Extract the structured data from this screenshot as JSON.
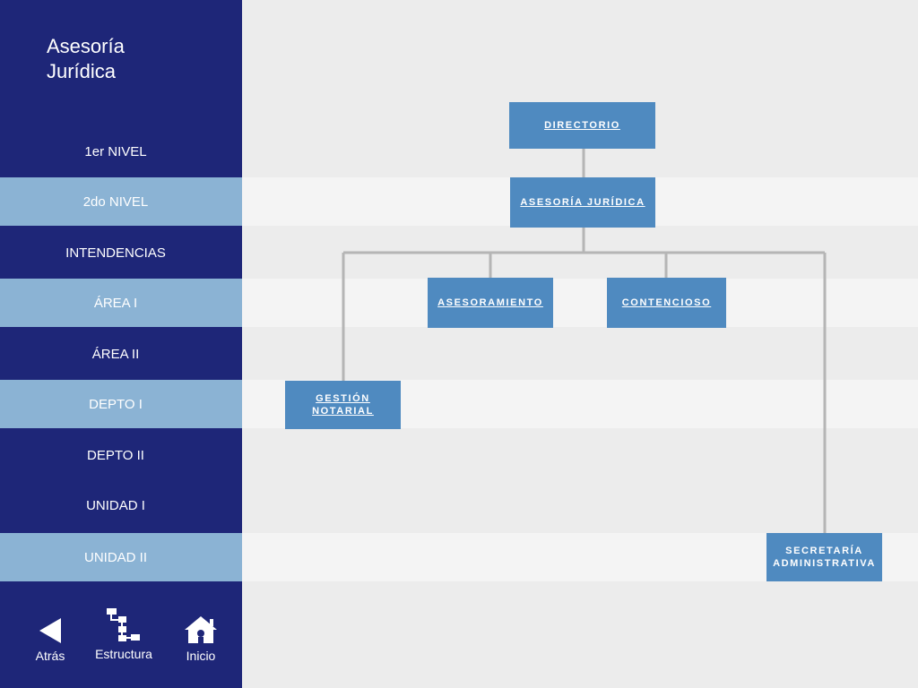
{
  "sidebar": {
    "title": "Asesoría\nJurídica",
    "levels": [
      {
        "label": "1er NIVEL"
      },
      {
        "label": "2do NIVEL"
      },
      {
        "label": "INTENDENCIAS"
      },
      {
        "label": "ÁREA I"
      },
      {
        "label": "ÁREA II"
      },
      {
        "label": "DEPTO I"
      },
      {
        "label": "DEPTO II"
      },
      {
        "label": "UNIDAD I"
      },
      {
        "label": "UNIDAD II"
      }
    ]
  },
  "nav": {
    "back": {
      "label": "Atrás",
      "icon": "back-arrow-icon"
    },
    "structure": {
      "label": "Estructura",
      "icon": "org-structure-icon"
    },
    "home": {
      "label": "Inicio",
      "icon": "home-icon"
    }
  },
  "diagram": {
    "nodes": {
      "directorio": "DIRECTORIO",
      "asesoria": "ASESORÍA JURÍDICA",
      "asesoramiento": "ASESORAMIENTO",
      "contencioso": "CONTENCIOSO",
      "gestion": "GESTIÓN\nNOTARIAL",
      "secretaria": "SECRETARÍA\nADMINISTRATIVA"
    },
    "edges": [
      [
        "directorio",
        "asesoria"
      ],
      [
        "asesoria",
        "asesoramiento"
      ],
      [
        "asesoria",
        "contencioso"
      ],
      [
        "asesoria",
        "gestion"
      ],
      [
        "asesoria",
        "secretaria"
      ]
    ]
  },
  "colors": {
    "sidebar": "#1e2678",
    "highlight": "#8bb3d4",
    "node": "#4f8ac0",
    "connector": "#b5b5b5",
    "band": "#f4f4f4",
    "background": "#ececec"
  }
}
